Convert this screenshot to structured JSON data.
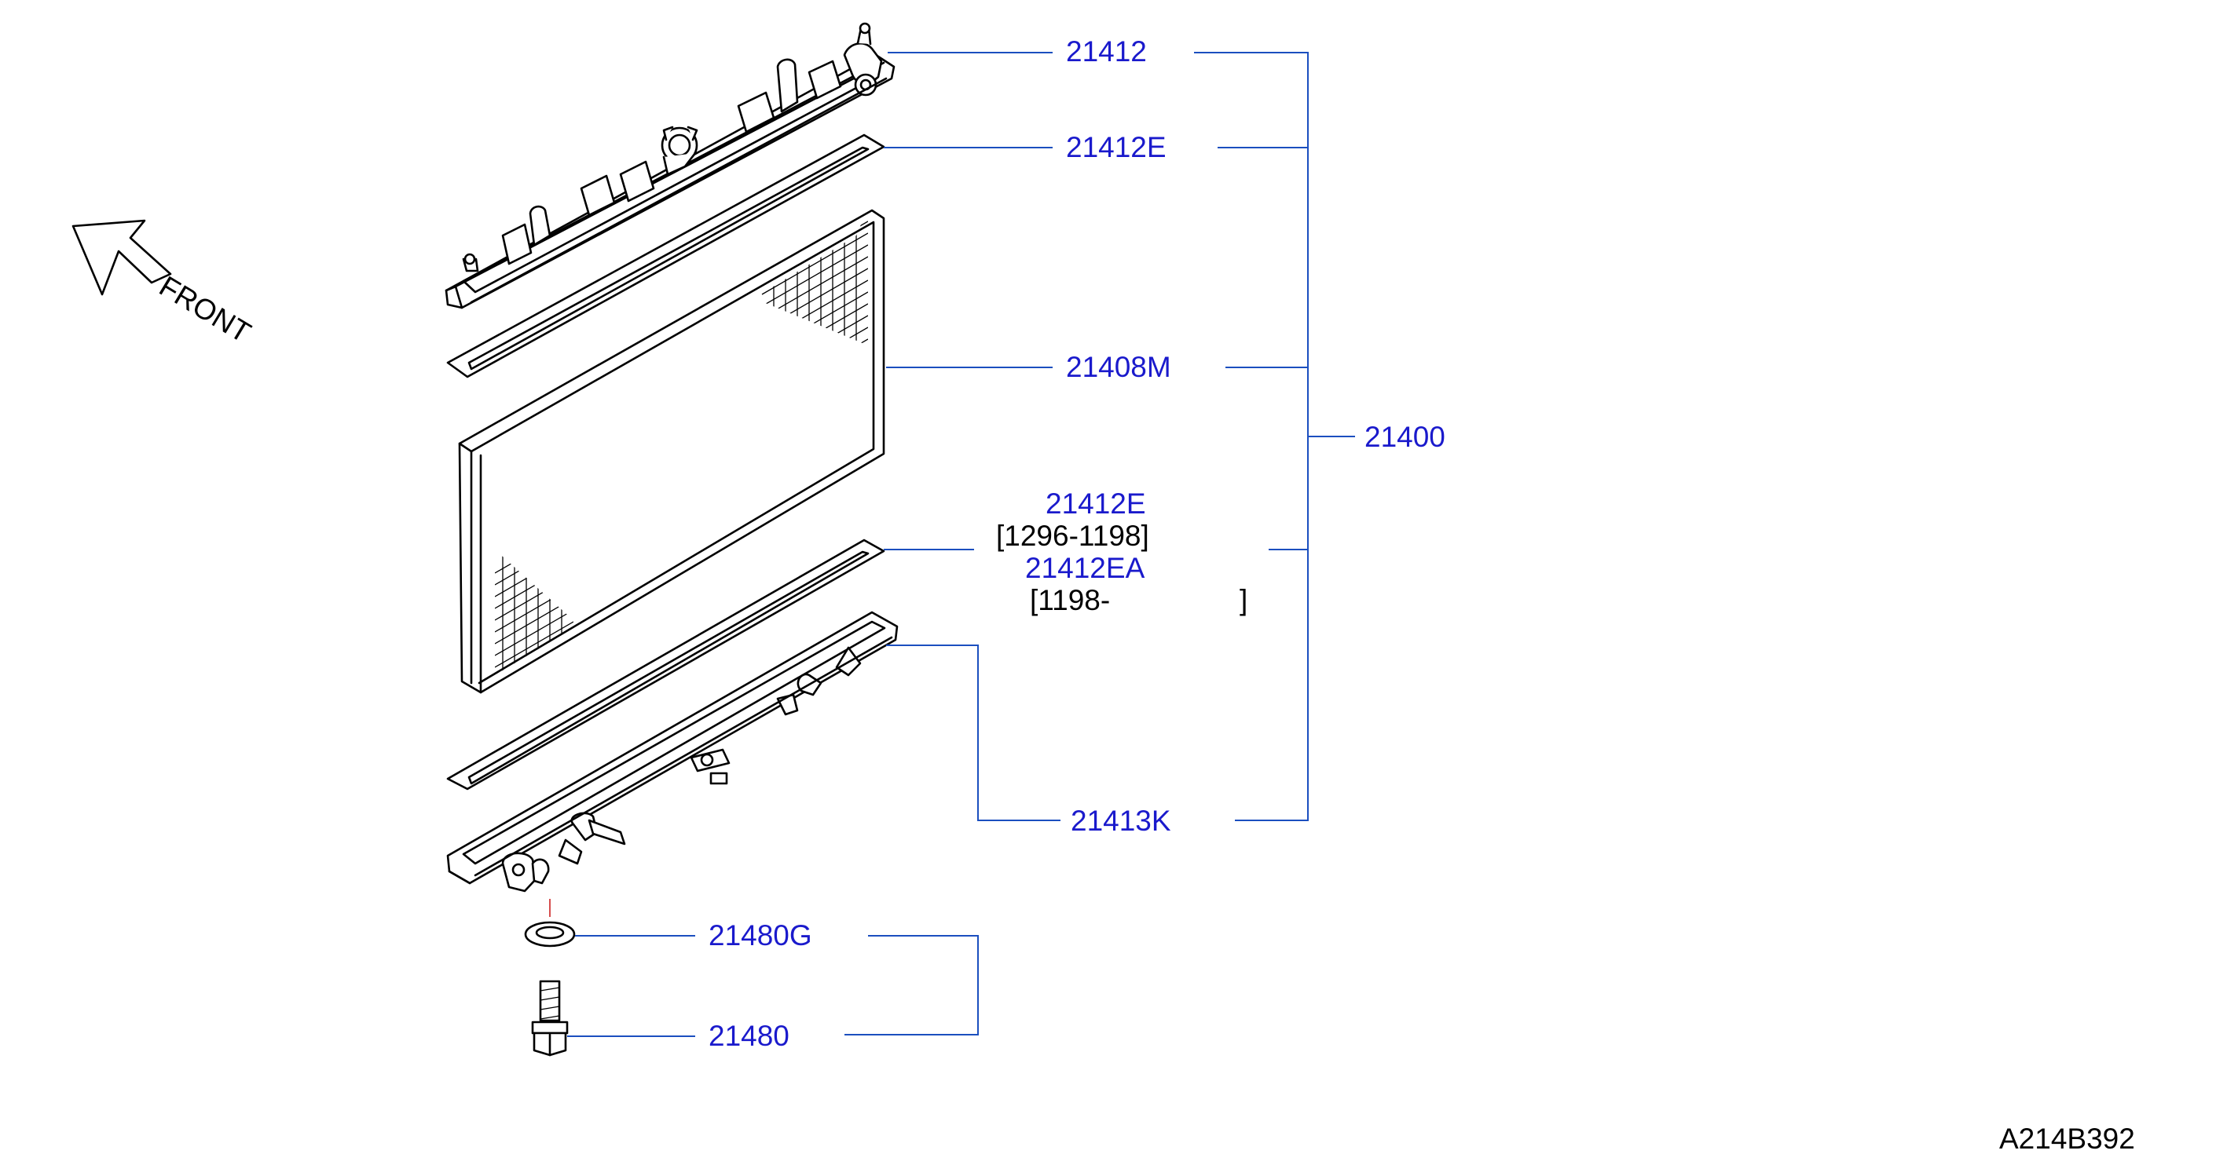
{
  "diagram": {
    "front_label": "FRONT",
    "reference_code": "A214B392",
    "parts": {
      "upper_tank": "21412",
      "upper_gasket": "21412E",
      "core": "21408M",
      "assembly": "21400",
      "lower_gasket_a": "21412E",
      "lower_gasket_a_range": "[1296-1198]",
      "lower_gasket_b": "21412EA",
      "lower_gasket_b_range_start": "[1198-",
      "lower_gasket_b_range_end": "]",
      "lower_tank": "21413K",
      "drain_gasket": "21480G",
      "drain_plug": "21480"
    },
    "colors": {
      "label_blue": "#1a1acc",
      "leader_blue": "#1b4fbf",
      "ink": "#000000",
      "plug_guide": "#cc2222"
    }
  }
}
